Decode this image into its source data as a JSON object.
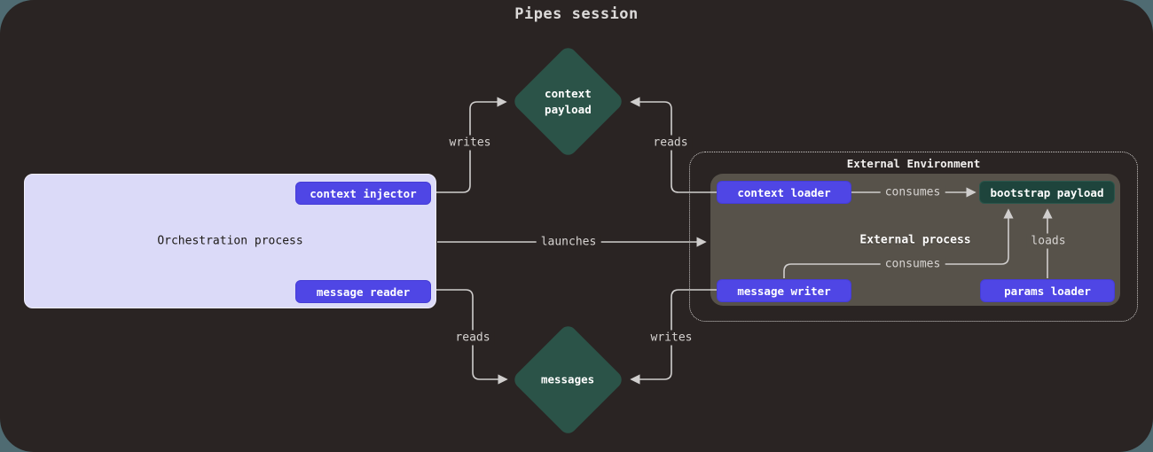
{
  "title": "Pipes session",
  "colors": {
    "page_background": "#4f6b72",
    "canvas_background": "#2a2423",
    "diamond_green": "#2b5348",
    "bootstrap_green": "#1e443c",
    "orchestration_lavender": "#dbdaf8",
    "button_indigo": "#4f46e5",
    "external_process_gray": "#57524a",
    "edge_line": "#d0cecd",
    "edge_label_text": "#d7d4d2"
  },
  "nodes": {
    "context_payload": {
      "label": "context\npayload"
    },
    "messages": {
      "label": "messages"
    },
    "orchestration": {
      "label": "Orchestration process",
      "buttons": {
        "context_injector": "context injector",
        "message_reader": "message reader"
      }
    },
    "external_environment": {
      "label": "External Environment"
    },
    "external_process": {
      "label": "External process",
      "buttons": {
        "context_loader": "context loader",
        "bootstrap_payload": "bootstrap payload",
        "message_writer": "message writer",
        "params_loader": "params loader"
      }
    }
  },
  "edges": {
    "writes_top": "writes",
    "reads_top": "reads",
    "launches": "launches",
    "consumes_top": "consumes",
    "loads": "loads",
    "consumes_bottom": "consumes",
    "reads_bottom": "reads",
    "writes_bottom": "writes"
  }
}
